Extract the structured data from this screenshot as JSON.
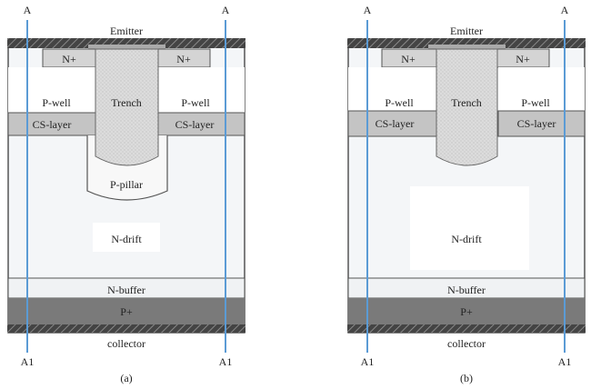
{
  "colors": {
    "cut_line": "#5b9bd5",
    "metal_hatch_dark": "#3a3a3a",
    "n_plus": "#d4d4d4",
    "cs_layer": "#c4c4c4",
    "trench": "#d9d9d9",
    "drift_bg": "#f4f6f8",
    "p_plus": "#7a7a7a",
    "outline": "#444444"
  },
  "panels": [
    {
      "id": "a",
      "caption": "(a)",
      "cut_top_left": "A",
      "cut_top_right": "A",
      "cut_bottom_left": "A1",
      "cut_bottom_right": "A1",
      "emitter": "Emitter",
      "n_plus_left": "N+",
      "n_plus_right": "N+",
      "trench": "Trench",
      "p_well_left": "P-well",
      "p_well_right": "P-well",
      "cs_left": "CS-layer",
      "cs_right": "CS-layer",
      "p_pillar": "P-pillar",
      "n_drift": "N-drift",
      "n_buffer": "N-buffer",
      "p_plus": "P+",
      "collector": "collector"
    },
    {
      "id": "b",
      "caption": "(b)",
      "cut_top_left": "A",
      "cut_top_right": "A",
      "cut_bottom_left": "A1",
      "cut_bottom_right": "A1",
      "emitter": "Emitter",
      "n_plus_left": "N+",
      "n_plus_right": "N+",
      "trench": "Trench",
      "p_well_left": "P-well",
      "p_well_right": "P-well",
      "cs_left": "CS-layer",
      "cs_right": "CS-layer",
      "n_drift": "N-drift",
      "n_buffer": "N-buffer",
      "p_plus": "P+",
      "collector": "collector"
    }
  ]
}
